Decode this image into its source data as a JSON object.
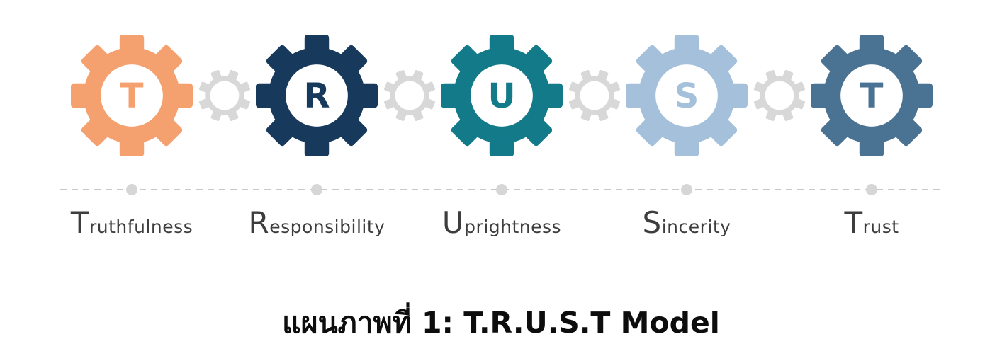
{
  "caption": "แผนภาพที่ 1: T.R.U.S.T Model",
  "gears": [
    {
      "id": "truthfulness",
      "letter": "T",
      "color": "#F5A06F",
      "label_initial": "T",
      "label_rest": "ruthfulness"
    },
    {
      "id": "responsibility",
      "letter": "R",
      "color": "#17395C",
      "label_initial": "R",
      "label_rest": "esponsibility"
    },
    {
      "id": "uprightness",
      "letter": "U",
      "color": "#137A8A",
      "label_initial": "U",
      "label_rest": "prightness"
    },
    {
      "id": "sincerity",
      "letter": "S",
      "color": "#A4C0DB",
      "label_initial": "S",
      "label_rest": "incerity"
    },
    {
      "id": "trust",
      "letter": "T",
      "color": "#4A7293",
      "label_initial": "T",
      "label_rest": "rust"
    }
  ],
  "connector_gear": {
    "color": "#D8D8D8",
    "count": 4
  },
  "timeline": {
    "line_color": "#C8C8C8",
    "dot_color": "#D6D6D6"
  },
  "label_color": "#3D3D3D"
}
